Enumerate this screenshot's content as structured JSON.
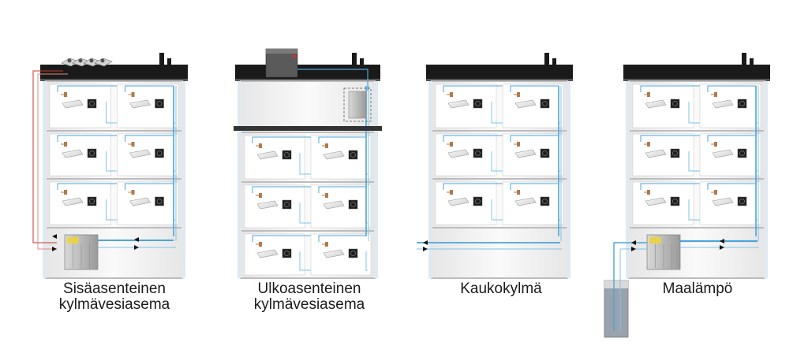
{
  "diagrams": [
    {
      "id": "indoor",
      "label_lines": [
        "Sisäasenteinen",
        "kylmävesiasema"
      ],
      "pipe_color": "#4aa6d8",
      "condenser_line_color": "#c0392b"
    },
    {
      "id": "outdoor",
      "label_lines": [
        "Ulkoasenteinen",
        "kylmävesiasema"
      ],
      "pipe_color": "#4aa6d8"
    },
    {
      "id": "district",
      "label_lines": [
        "Kaukokylmä"
      ],
      "pipe_color": "#4aa6d8"
    },
    {
      "id": "geothermal",
      "label_lines": [
        "Maalämpö"
      ],
      "pipe_color": "#4aa6d8"
    }
  ],
  "colors": {
    "roof": "#1a1a1a",
    "wall": "#f4f4f4",
    "wall_edge": "#c8c8c8",
    "cell": "#ffffff",
    "unit": "#e6e6e6",
    "valve": "#b07a4a",
    "pipe": "#4aa6d8",
    "red_pipe": "#c0392b"
  }
}
